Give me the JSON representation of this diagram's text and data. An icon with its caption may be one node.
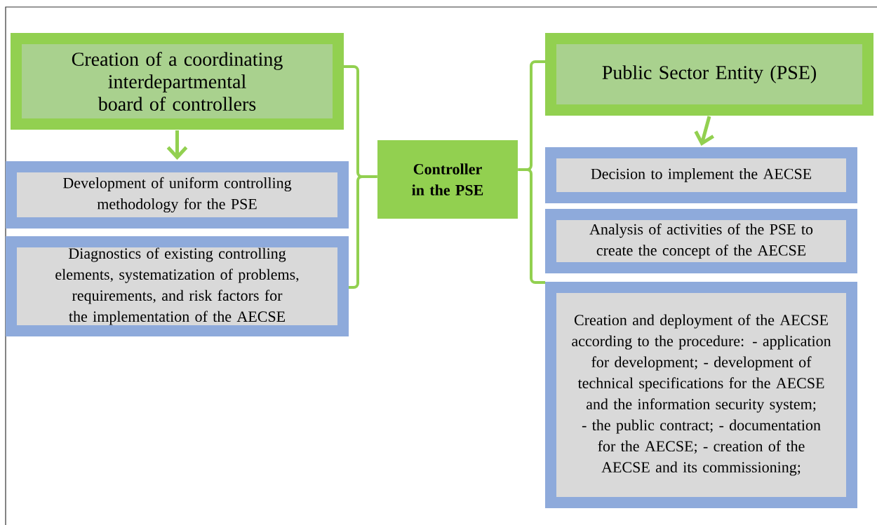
{
  "diagram": {
    "nodes": [
      {
        "text": [
          "Creation of a coordinating interdepartmental board of controllers"
        ]
      },
      {
        "text": [
          "Development of uniform controlling methodology for the PSE"
        ]
      },
      {
        "text": [
          "Diagnostics of existing controlling elements, systematization of problems, requirements, and risk factors for the implementation of the AECSE"
        ]
      },
      {
        "text": [
          "Controller in the PSE"
        ]
      },
      {
        "text": [
          "Public Sector Entity (PSE)"
        ]
      },
      {
        "text": [
          "Decision to implement the AECSE"
        ]
      },
      {
        "text": [
          "Analysis of activities of the PSE to create the concept of the AECSE"
        ]
      },
      {
        "text": [
          "Creation and deployment of the AECSE according to the procedure: - application for development; - development of technical specifications for the AECSE and the information security system; - the public contract; - documentation for the AECSE; - creation of the AECSE and its commissioning;"
        ]
      }
    ],
    "edges": [
      {
        "from": 0,
        "to": 1,
        "arrow": "to"
      },
      {
        "from": 4,
        "to": 5,
        "arrow": "to"
      },
      {
        "from": 3,
        "to": 0,
        "arrow": "none"
      },
      {
        "from": 3,
        "to": 2,
        "arrow": "none"
      },
      {
        "from": 3,
        "to": 4,
        "arrow": "none"
      },
      {
        "from": 3,
        "to": 7,
        "arrow": "none"
      }
    ]
  }
}
